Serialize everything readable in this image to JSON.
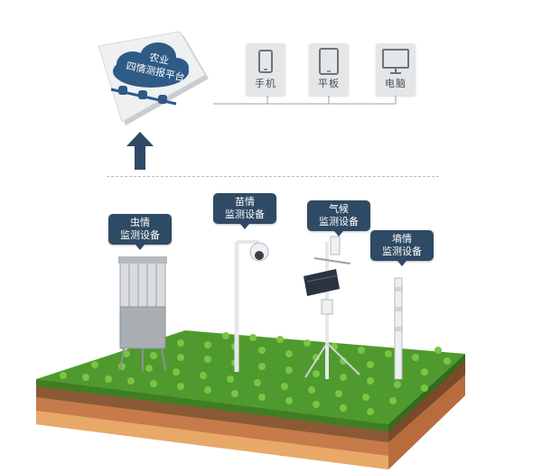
{
  "platform": {
    "title_line1": "农业",
    "title_line2": "四情测报平台"
  },
  "devices": [
    {
      "name": "phone",
      "label": "手机"
    },
    {
      "name": "tablet",
      "label": "平板"
    },
    {
      "name": "computer",
      "label": "电脑"
    }
  ],
  "monitors": [
    {
      "name": "pest",
      "line1": "虫情",
      "line2": "监测设备"
    },
    {
      "name": "seedling",
      "line1": "苗情",
      "line2": "监测设备"
    },
    {
      "name": "weather",
      "line1": "气候",
      "line2": "监测设备"
    },
    {
      "name": "soil",
      "line1": "墒情",
      "line2": "监测设备"
    }
  ],
  "colors": {
    "callout": "#2f4a64",
    "cloud": "#2e5a86",
    "grass": "#4f9a2e",
    "soil_top": "#7a4a2a",
    "arrow": "#2f4a64"
  }
}
